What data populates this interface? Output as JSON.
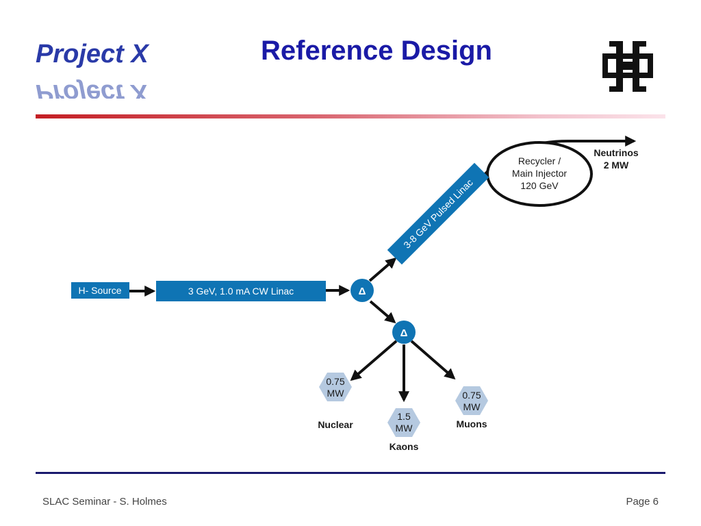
{
  "header": {
    "logo_text": "Project X",
    "title": "Reference Design"
  },
  "diagram": {
    "source": "H- Source",
    "cw_linac": "3 GeV, 1.0 mA CW Linac",
    "pulsed_linac": "3-8 GeV Pulsed Linac",
    "splitter_symbol": "Δ",
    "recycler": [
      "Recycler /",
      "Main Injector",
      "120 GeV"
    ],
    "neutrinos": [
      "Neutrinos",
      "2 MW"
    ],
    "outputs": {
      "nuclear": {
        "power": [
          "0.75",
          "MW"
        ],
        "label": "Nuclear"
      },
      "kaons": {
        "power": [
          "1.5",
          "MW"
        ],
        "label": "Kaons"
      },
      "muons": {
        "power": [
          "0.75",
          "MW"
        ],
        "label": "Muons"
      }
    }
  },
  "footer": {
    "left": "SLAC Seminar - S. Holmes",
    "right": "Page 6"
  },
  "colors": {
    "title": "#1a1aa6",
    "block_blue": "#0f74b4",
    "hex_fill": "#b5c9e0"
  }
}
